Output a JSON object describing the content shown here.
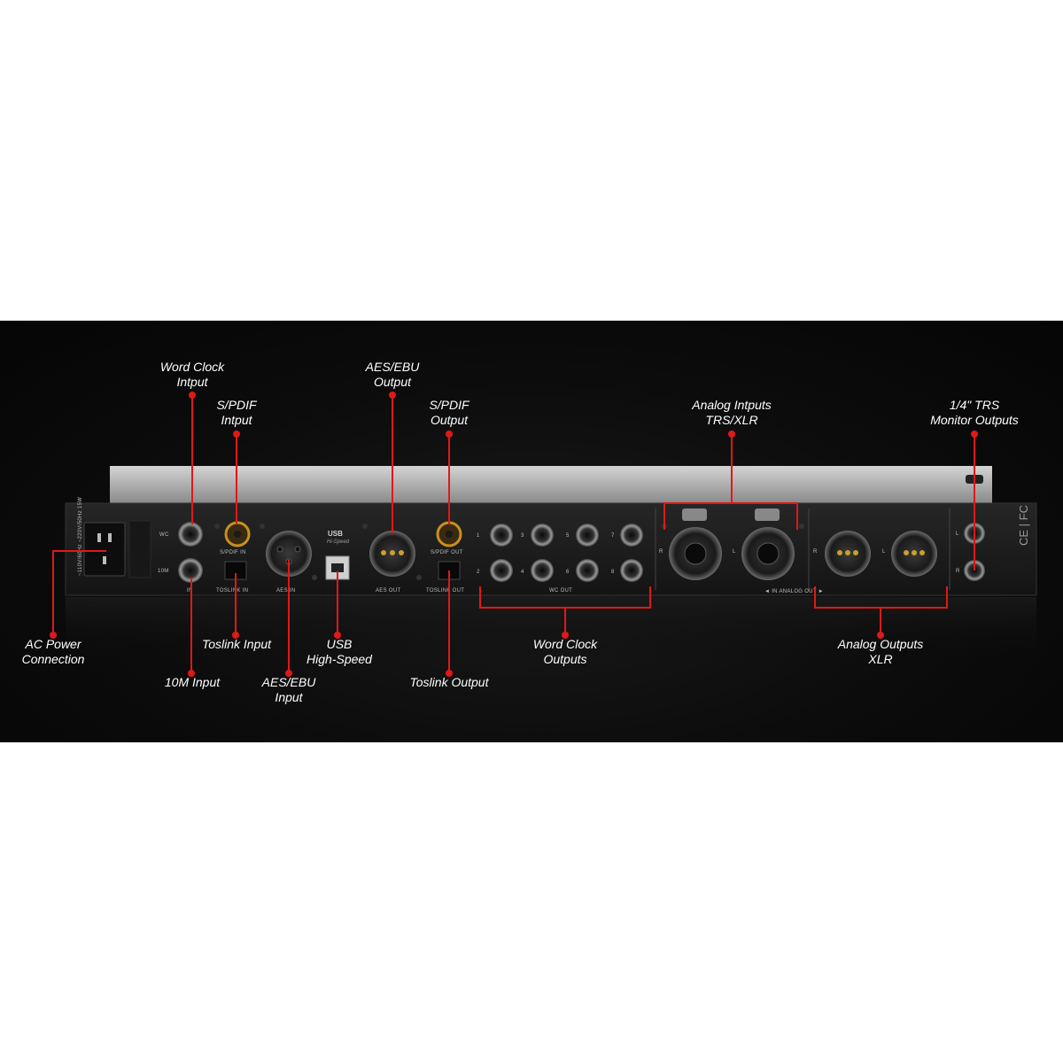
{
  "callouts": {
    "word_clock_input": "Word Clock\nIntput",
    "spdif_input": "S/PDIF\nIntput",
    "aes_ebu_output": "AES/EBU\nOutput",
    "spdif_output": "S/PDIF\nOutput",
    "analog_inputs": "Analog Intputs\nTRS/XLR",
    "monitor_outputs": "1/4\" TRS\nMonitor Outputs",
    "ac_power": "AC Power\nConnection",
    "toslink_input": "Toslink Input",
    "usb": "USB\nHigh-Speed",
    "word_clock_outputs": "Word Clock\nOutputs",
    "analog_outputs": "Analog Outputs\nXLR",
    "ten_m_input": "10M Input",
    "aes_ebu_input": "AES/EBU\nInput",
    "toslink_output": "Toslink Output"
  },
  "panel": {
    "power_rating": "~110V/60Hz ~220V/50Hz 15W",
    "wc": "WC",
    "ten_m": "10M",
    "in": "IN",
    "spdif_in": "S/PDIF IN",
    "toslink_in": "TOSLINK IN",
    "aes_in": "AES IN",
    "usb_logo": "USB",
    "usb_sub": "Hi-Speed",
    "aes_out": "AES OUT",
    "spdif_out": "S/PDIF OUT",
    "toslink_out": "TOSLINK OUT",
    "wc_out": "WC OUT",
    "wc_numbers": [
      "1",
      "3",
      "5",
      "7",
      "2",
      "4",
      "6",
      "8"
    ],
    "r": "R",
    "l": "L",
    "in_analog_out": "◄ IN  ANALOG  OUT ►",
    "ce_fc": "CE | FC"
  },
  "colors": {
    "callout": "#e01818",
    "background": "#0c0c0c",
    "chassis": "#1c1c1c",
    "rca_gold": "#c8901e"
  }
}
